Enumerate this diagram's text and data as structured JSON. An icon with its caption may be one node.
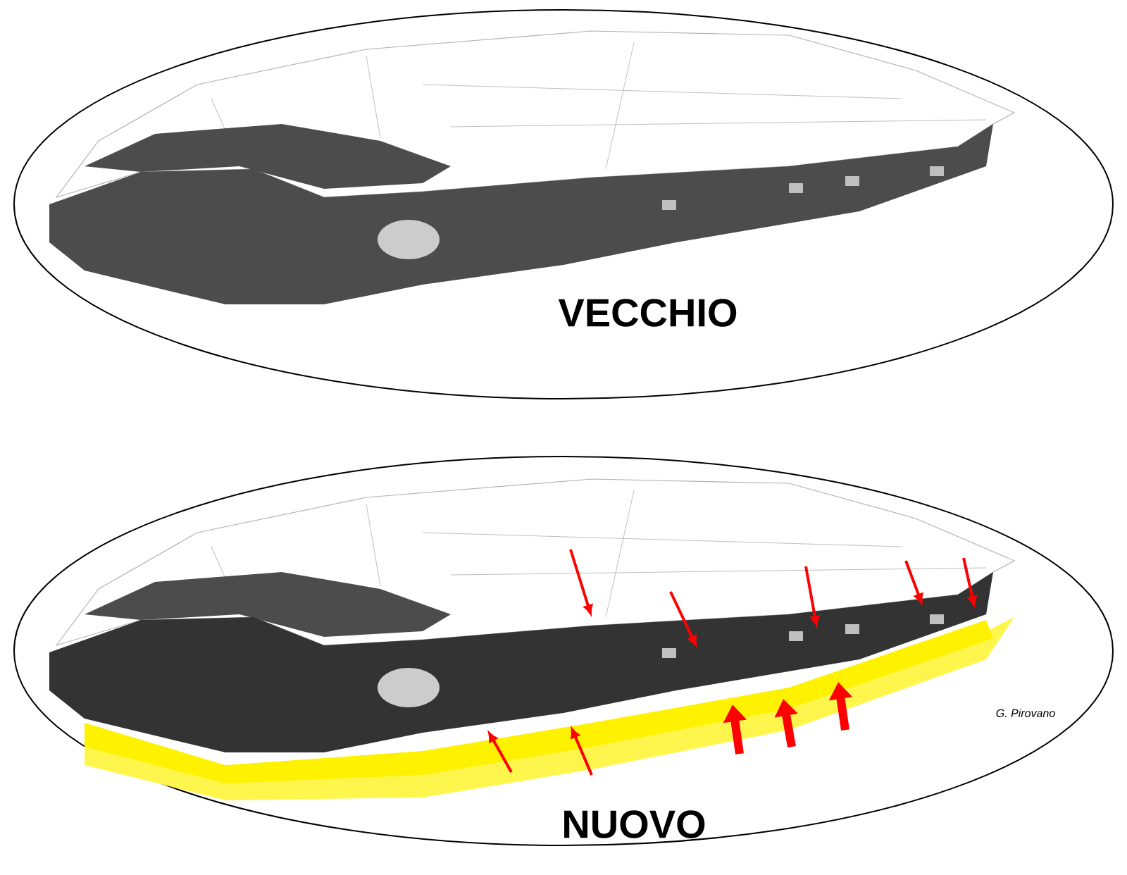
{
  "diagram": {
    "labels": [
      "VECCHIO",
      "NUOVO",
      "G. Pirovano"
    ]
  }
}
